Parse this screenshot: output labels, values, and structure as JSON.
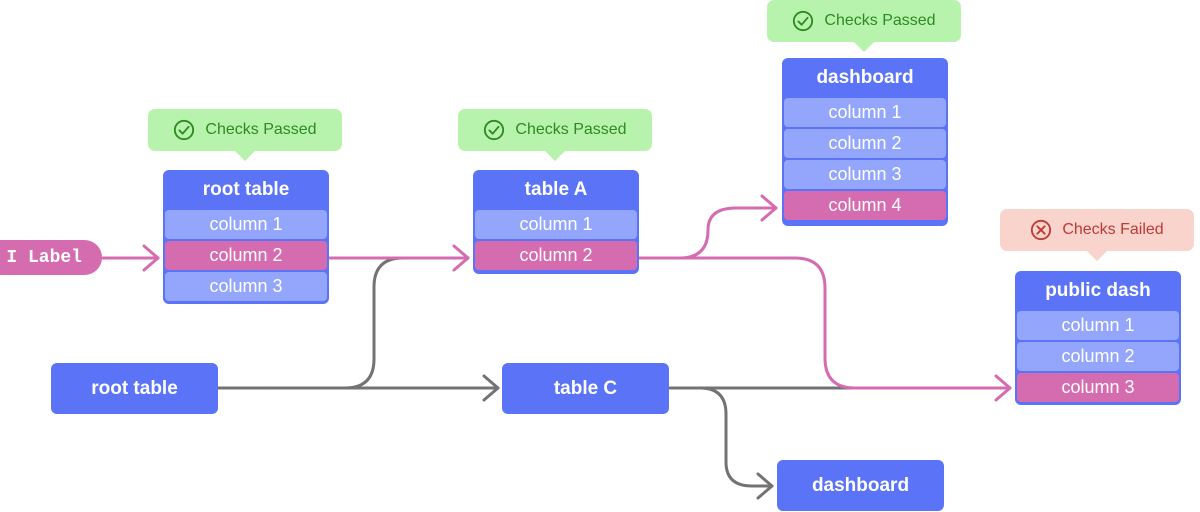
{
  "source_label": "I Label",
  "badges": {
    "root_table": "Checks Passed",
    "table_a": "Checks Passed",
    "dashboard": "Checks Passed",
    "public_dash": "Checks Failed"
  },
  "nodes": {
    "root_table": {
      "title": "root table",
      "columns": [
        "column 1",
        "column 2",
        "column 3"
      ]
    },
    "table_a": {
      "title": "table A",
      "columns": [
        "column 1",
        "column 2"
      ]
    },
    "dashboard": {
      "title": "dashboard",
      "columns": [
        "column 1",
        "column 2",
        "column 3",
        "column 4"
      ]
    },
    "public_dash": {
      "title": "public dash",
      "columns": [
        "column 1",
        "column 2",
        "column 3"
      ]
    }
  },
  "simple_nodes": {
    "root_table_2": "root table",
    "table_c": "table C",
    "dashboard_2": "dashboard"
  },
  "colors": {
    "node": "#5b73f7",
    "column": "#93a6fb",
    "highlight": "#d66cb0",
    "edge_pink": "#d66cb0",
    "edge_gray": "#737373",
    "pass_bg": "#b8f3ad",
    "pass_text": "#2e8a21",
    "fail_bg": "#f8d4cc",
    "fail_text": "#bf3a34"
  }
}
